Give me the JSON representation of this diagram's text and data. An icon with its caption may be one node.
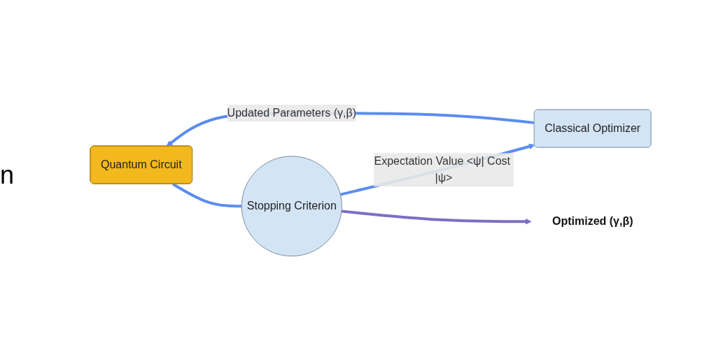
{
  "diagram": {
    "nodes": [
      {
        "text": [
          "Quantum Circuit"
        ]
      },
      {
        "text": [
          "Stopping Criterion"
        ]
      },
      {
        "text": [
          "Classical Optimizer"
        ]
      },
      {
        "text": [
          "Optimized (γ,β)"
        ]
      }
    ],
    "edges": [
      {
        "from": 0,
        "to": 1,
        "arrow": "none"
      },
      {
        "from": 1,
        "to": 2,
        "arrow": "to",
        "label": "Expectation Value <ψ| Cost |ψ>"
      },
      {
        "from": 2,
        "to": 0,
        "arrow": "to",
        "label": "Updated Parameters (γ,β)"
      },
      {
        "from": 1,
        "to": 3,
        "arrow": "to",
        "color": "#7b6fc4"
      }
    ],
    "labels": [
      "n"
    ]
  }
}
